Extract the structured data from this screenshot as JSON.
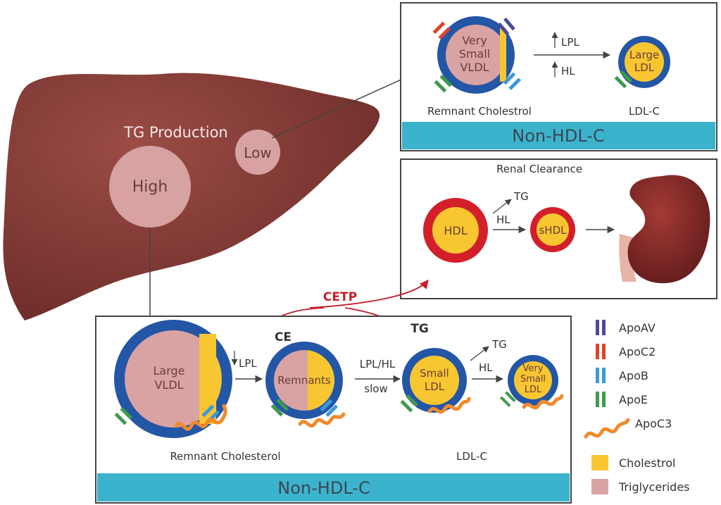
{
  "liver": {
    "tg_production": "TG Production",
    "high": "High",
    "low": "Low"
  },
  "top_panel": {
    "vldl": [
      "Very",
      "Small",
      "VLDL"
    ],
    "lpl": "LPL",
    "hl": "HL",
    "large_ldl": [
      "Large",
      "LDL"
    ],
    "remnant_label": "Remnant Cholestrol",
    "ldl_label": "LDL-C",
    "band": "Non-HDL-C"
  },
  "renal_panel": {
    "title": "Renal Clearance",
    "hdl": "HDL",
    "tg": "TG",
    "hl": "HL",
    "shdl": "sHDL"
  },
  "cetp": "CETP",
  "bottom_panel": {
    "large_vldl": [
      "Large",
      "VLDL"
    ],
    "lpl": "LPL",
    "ce": "CE",
    "remnants": "Remnants",
    "lpl_hl": "LPL/HL",
    "slow": "slow",
    "tg_bold": "TG",
    "small_ldl": [
      "Small",
      "LDL"
    ],
    "tg": "TG",
    "hl": "HL",
    "very_small_ldl": [
      "Very",
      "Small",
      "LDL"
    ],
    "remnant_label": "Remnant Cholesterol",
    "ldl_label": "LDL-C",
    "band": "Non-HDL-C"
  },
  "legend": [
    {
      "label": "ApoAV",
      "color": "#4b4a9b",
      "icon": "apoav-icon"
    },
    {
      "label": "ApoC2",
      "color": "#e0432c",
      "icon": "apoc2-icon"
    },
    {
      "label": "ApoB",
      "color": "#3a9ad9",
      "icon": "apob-icon"
    },
    {
      "label": "ApoE",
      "color": "#3f9a4c",
      "icon": "apoe-icon"
    },
    {
      "label": "ApoC3",
      "color": "#f08a2c",
      "icon": "apoc3-icon"
    },
    {
      "label": "Cholestrol",
      "color": "#f8c630",
      "icon": "cholesterol-swatch"
    },
    {
      "label": "Triglycerides",
      "color": "#d9a3a3",
      "icon": "triglycerides-swatch"
    }
  ],
  "colors": {
    "liver": "#7a3530",
    "membrane": "#2456a6",
    "hdl_ring": "#d21f2a",
    "band": "#3cb3cc",
    "cetp_arrow": "#c21f2a"
  }
}
